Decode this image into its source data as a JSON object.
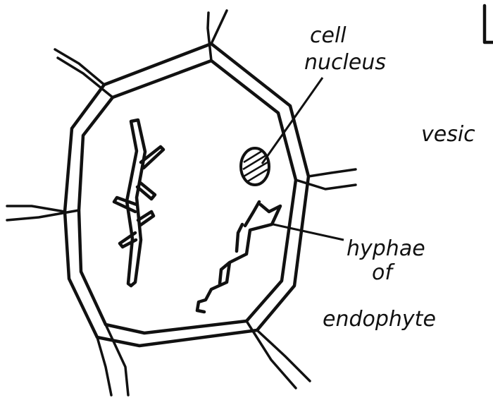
{
  "labels": {
    "cell_nucleus_line1": "cell",
    "cell_nucleus_line2": "nucleus",
    "vesicle_partial": "vesic",
    "hyphae_line1": "hyphae",
    "hyphae_line2": "of",
    "hyphae_line3": "endophyte"
  },
  "colors": {
    "ink": "#111111",
    "paper": "#ffffff"
  }
}
